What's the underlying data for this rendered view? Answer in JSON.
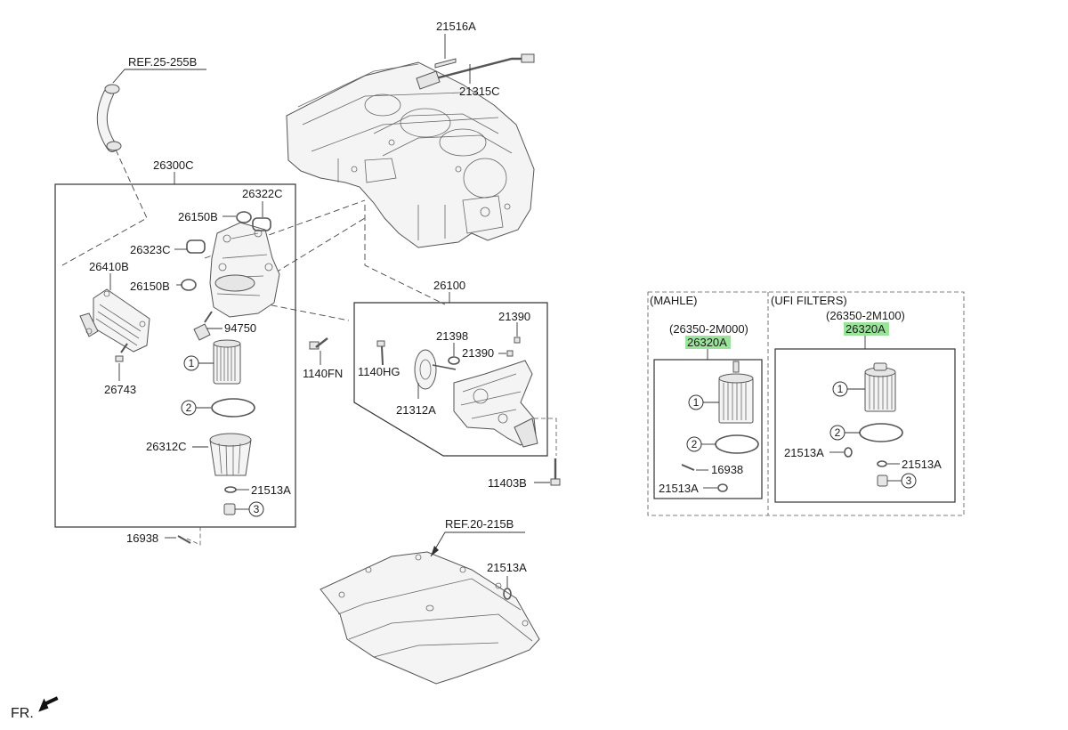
{
  "labels": {
    "p21516A": "21516A",
    "p21315C": "21315C",
    "ref25": "REF.25-255B",
    "p26300C": "26300C",
    "p26322C": "26322C",
    "p26150B_top": "26150B",
    "p26323C": "26323C",
    "p26410B": "26410B",
    "p26150B_bot": "26150B",
    "p94750": "94750",
    "p26743": "26743",
    "p26312C": "26312C",
    "p21513A_left": "21513A",
    "p16938_left": "16938",
    "p1140FN": "1140FN",
    "p26100": "26100",
    "p21390_a": "21390",
    "p21398": "21398",
    "p21390_b": "21390",
    "p1140HG": "1140HG",
    "p21312A": "21312A",
    "p11403B": "11403B",
    "ref20": "REF.20-215B",
    "p21513A_pan": "21513A",
    "fr": "FR."
  },
  "circles": {
    "c1": "1",
    "c2": "2",
    "c3": "3"
  },
  "mahle": {
    "title": "(MAHLE)",
    "part_no": "(26350-2M000)",
    "sub_part": "26320A",
    "p16938": "16938",
    "p21513A": "21513A"
  },
  "ufi": {
    "title": "(UFI FILTERS)",
    "part_no": "(26350-2M100)",
    "sub_part": "26320A",
    "p21513A_a": "21513A",
    "p21513A_b": "21513A"
  },
  "colors": {
    "highlight": "#9be39b"
  }
}
